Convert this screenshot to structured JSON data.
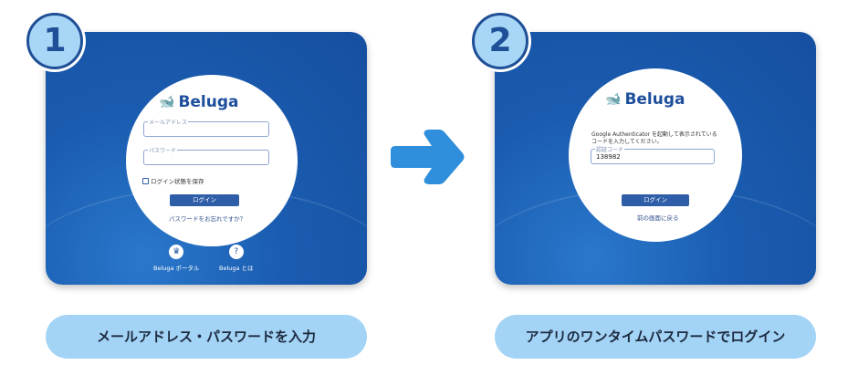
{
  "step1": {
    "number": "1",
    "logo": "Beluga",
    "email_label": "メールアドレス",
    "password_label": "パスワード",
    "remember_label": "ログイン状態を保存",
    "login_button": "ログイン",
    "forgot_link": "パスワードをお忘れですか？",
    "footer_links": [
      {
        "label": "Beluga ポータル",
        "icon": "crown-icon"
      },
      {
        "label": "Beluga とは",
        "icon": "question-book-icon"
      }
    ],
    "caption": "メールアドレス・パスワードを入力"
  },
  "step2": {
    "number": "2",
    "logo": "Beluga",
    "instruction_line1": "Google Authenticator を起動して表示されている",
    "instruction_line2": "コードを入力してください。",
    "code_label": "認証コード",
    "code_value": "138982",
    "login_button": "ログイン",
    "back_link": "前の画面に戻る",
    "caption": "アプリのワンタイムパスワードでログイン"
  },
  "colors": {
    "panel": "#1a5cb0",
    "badge": "#a7d6f7",
    "arrow": "#2f8fdc",
    "pill": "#a3d3f5"
  }
}
